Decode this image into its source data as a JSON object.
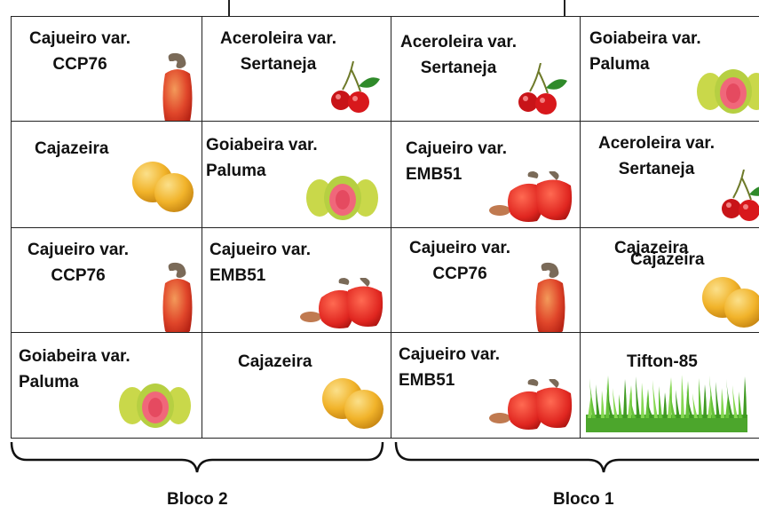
{
  "cells": [
    {
      "label": "Cajueiro var.\nCCP76",
      "fruit": "cashew-red-icon"
    },
    {
      "label": "Aceroleira var.\nSertaneja",
      "fruit": "acerola-icon"
    },
    {
      "label": "Aceroleira var.\nSertaneja",
      "fruit": "acerola-icon"
    },
    {
      "label": "Goiabeira var.\nPaluma",
      "fruit": "guava-icon"
    },
    {
      "label": "Cajazeira",
      "fruit": "caja-icon"
    },
    {
      "label": "Goiabeira var.\nPaluma",
      "fruit": "guava-icon"
    },
    {
      "label": "Cajueiro var.\nEMB51",
      "fruit": "cashew-pair-icon"
    },
    {
      "label": "Aceroleira var.\nSertaneja",
      "fruit": "acerola-icon"
    },
    {
      "label": "Cajueiro var.\nCCP76",
      "fruit": "cashew-red-icon"
    },
    {
      "label": "Cajueiro var.\nEMB51",
      "fruit": "cashew-pair-icon"
    },
    {
      "label": "Cajueiro var.\nCCP76",
      "fruit": "cashew-red-icon"
    },
    {
      "label": "Cajazeira",
      "label_overlap": "Cajazeira",
      "fruit": "caja-icon"
    },
    {
      "label": "Goiabeira var.\nPaluma",
      "fruit": "guava-icon"
    },
    {
      "label": "Cajazeira",
      "fruit": "caja-icon"
    },
    {
      "label": "Cajueiro var.\nEMB51",
      "fruit": "cashew-pair-icon"
    },
    {
      "label": "Tifton-85",
      "fruit": "grass-icon"
    }
  ],
  "blocks": [
    {
      "label": "Bloco 2"
    },
    {
      "label": "Bloco 1"
    }
  ]
}
